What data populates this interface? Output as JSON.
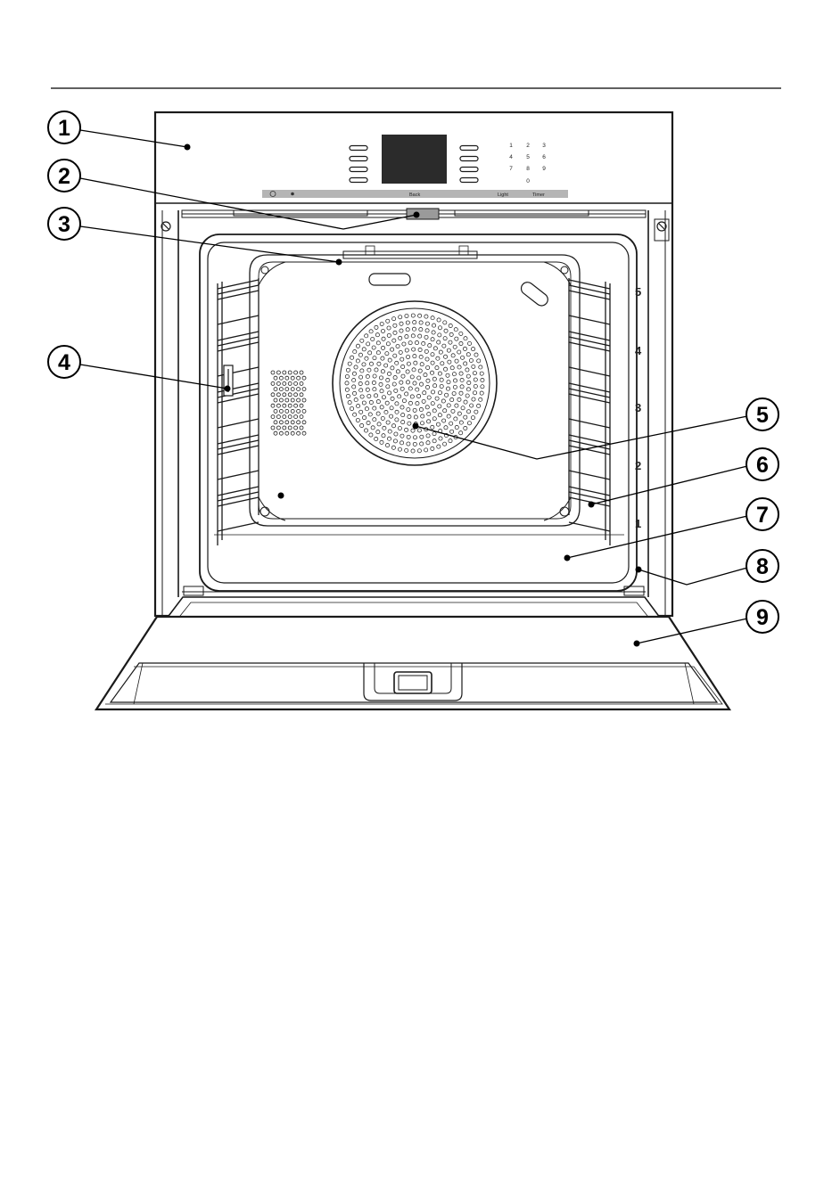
{
  "callouts": [
    "1",
    "2",
    "3",
    "4",
    "5",
    "6",
    "7",
    "8",
    "9"
  ],
  "keypad": [
    "1",
    "2",
    "3",
    "4",
    "5",
    "6",
    "7",
    "8",
    "9",
    "0"
  ],
  "control_strip": {
    "back_label": "Back",
    "light_label": "Light",
    "timer_label": "Timer"
  },
  "shelf_levels": [
    "5",
    "4",
    "3",
    "2",
    "1"
  ],
  "colors": {
    "line": "#1a1a1a",
    "display": "#2b2b2b",
    "strip": "#b5b5b5"
  }
}
